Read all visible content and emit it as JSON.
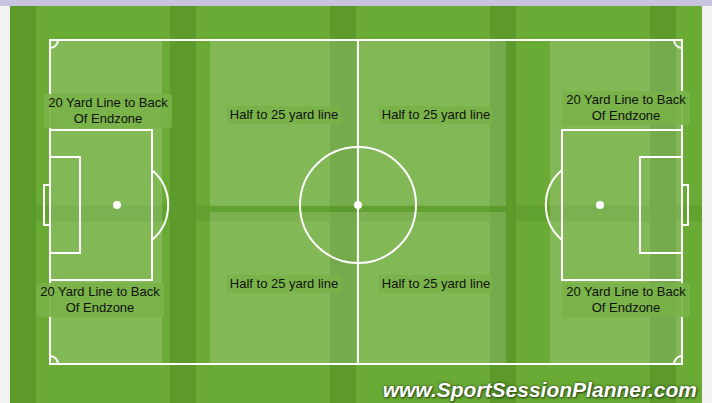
{
  "diagram": {
    "labels": [
      "20 Yard Line to Back Of Endzone",
      "Half to 25 yard line",
      "Half to 25 yard line",
      "20 Yard Line to Back Of Endzone",
      "20 Yard Line to Back Of Endzone",
      "Half to 25 yard line",
      "Half to 25 yard line",
      "20 Yard Line to Back Of Endzone",
      "www.SportSessionPlanner.com"
    ]
  }
}
